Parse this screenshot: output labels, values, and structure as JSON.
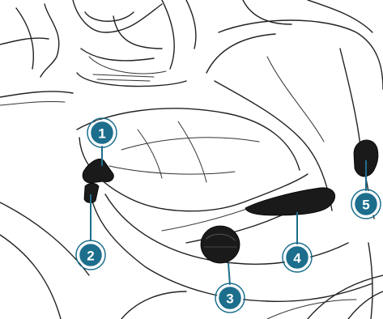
{
  "figure": {
    "subject": "seat-adjustment-controls",
    "callouts": [
      {
        "id": "1",
        "label": "1"
      },
      {
        "id": "2",
        "label": "2"
      },
      {
        "id": "3",
        "label": "3"
      },
      {
        "id": "4",
        "label": "4"
      },
      {
        "id": "5",
        "label": "5"
      }
    ],
    "colors": {
      "callout": "#1d6e8c",
      "callout_text": "#ffffff",
      "line_art": "#222222",
      "controls": "#1a1a1a"
    }
  }
}
